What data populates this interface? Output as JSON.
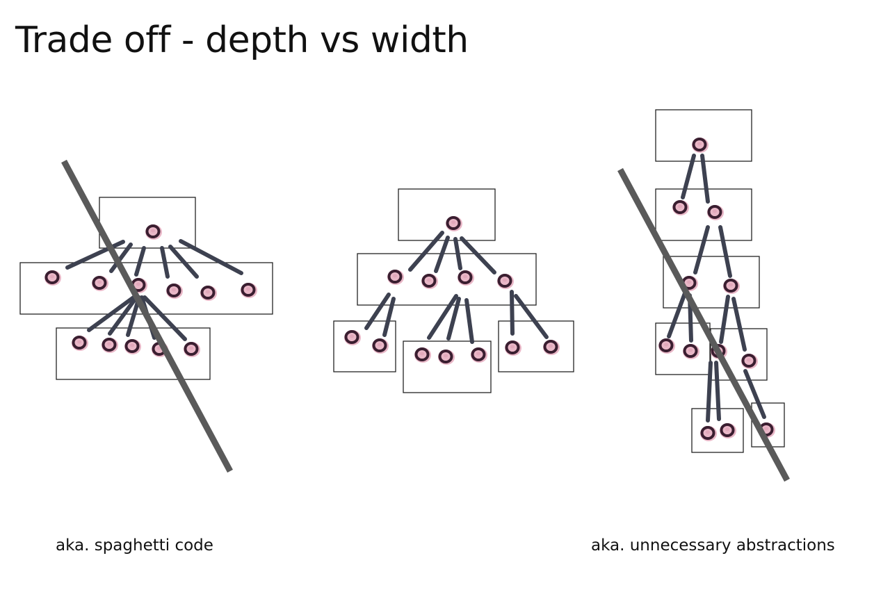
{
  "title": "Trade off - depth vs width",
  "captions": {
    "left": "aka. spaghetti code",
    "right": "aka. unnecessary abstractions"
  },
  "panels": [
    {
      "name": "wide-tree",
      "crossed_out": true
    },
    {
      "name": "balanced-tree",
      "crossed_out": false
    },
    {
      "name": "deep-tree",
      "crossed_out": true
    }
  ],
  "colors": {
    "text": "#111111",
    "box_outline": "#222222",
    "edge": "#3d4150",
    "node_ring": "#3a1e30",
    "node_fill": "#e9b7c7",
    "strike": "#5a5a5a"
  }
}
